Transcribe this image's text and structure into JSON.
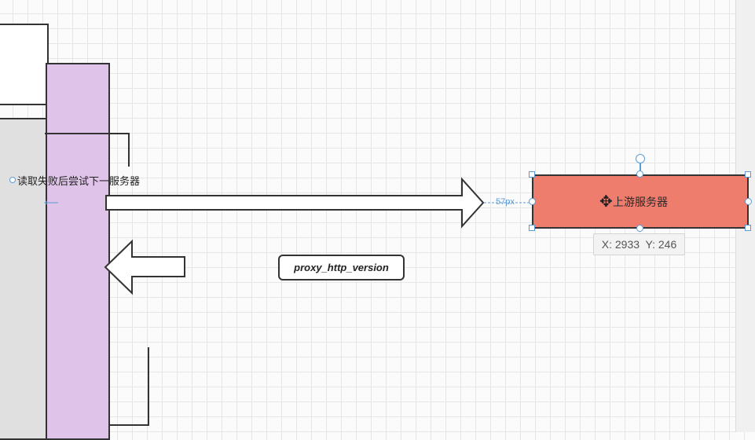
{
  "canvas": {
    "retry_label": "读取失败后尝试下一服务器",
    "proxy_label": "proxy_http_version",
    "dimension_label": "57px",
    "upstream_label": "上游服务器",
    "coordinates_tooltip": "X: 2933  Y: 246"
  },
  "colors": {
    "purple_container": "#e0c3e8",
    "upstream_fill": "#ef7d6e",
    "selection": "#5b9bd5",
    "grid": "#e6e6e6"
  },
  "icons": [
    "move-cursor-icon",
    "rotate-handle-icon",
    "left-arrow-icon"
  ]
}
